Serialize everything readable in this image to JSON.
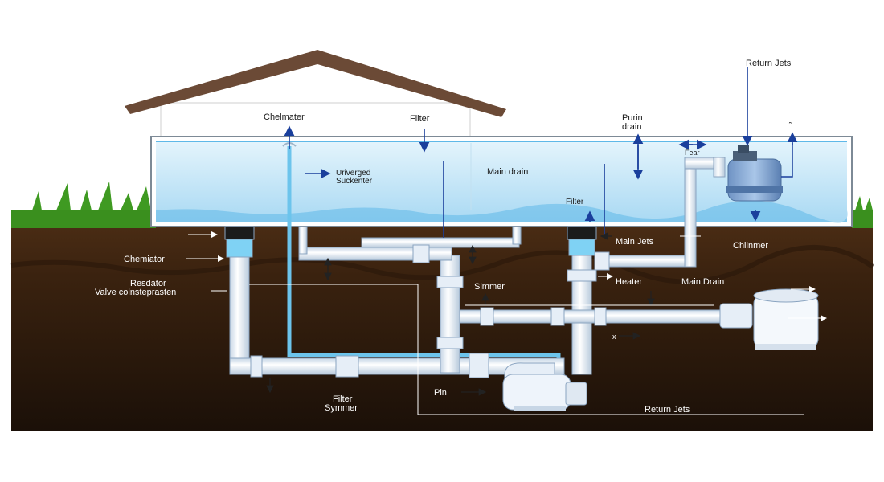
{
  "labels": {
    "return_jets_top": "Return Jets",
    "chelmater": "Chelmater",
    "filter_top": "Filter",
    "purin_drain_1": "Purin",
    "purin_drain_2": "drain",
    "tilde_mark": "˜",
    "fear": "Fear",
    "uriverged_1": "Uriverged",
    "uriverged_2": "Suckenter",
    "main_drain_water": "Main drain",
    "filter_mid": "Filter",
    "main_jets": "Main Jets",
    "chlinmer": "Chlinmer",
    "chemiator": "Chemiator",
    "resdator": "Resdator",
    "valve": "Valve colnsteprasten",
    "simmer": "Simmer",
    "heater": "Heater",
    "main_drain_ground": "Main Drain",
    "small_x": "x",
    "filter_bottom_1": "Filter",
    "filter_bottom_2": "Symmer",
    "pin": "Pin",
    "return_jets_bottom": "Return Jets"
  },
  "colors": {
    "water": "#bfe3f7",
    "water_edge": "#5fb8e8",
    "soil_top": "#4a2c14",
    "soil_deep": "#1e1209",
    "grass": "#3f9a22",
    "roof": "#6b4a36",
    "pipe": "#eef4fb",
    "pipe_stroke": "#8aa4c0",
    "arrow": "#1a3f9c",
    "blue_pipe": "#6cc4ec"
  }
}
